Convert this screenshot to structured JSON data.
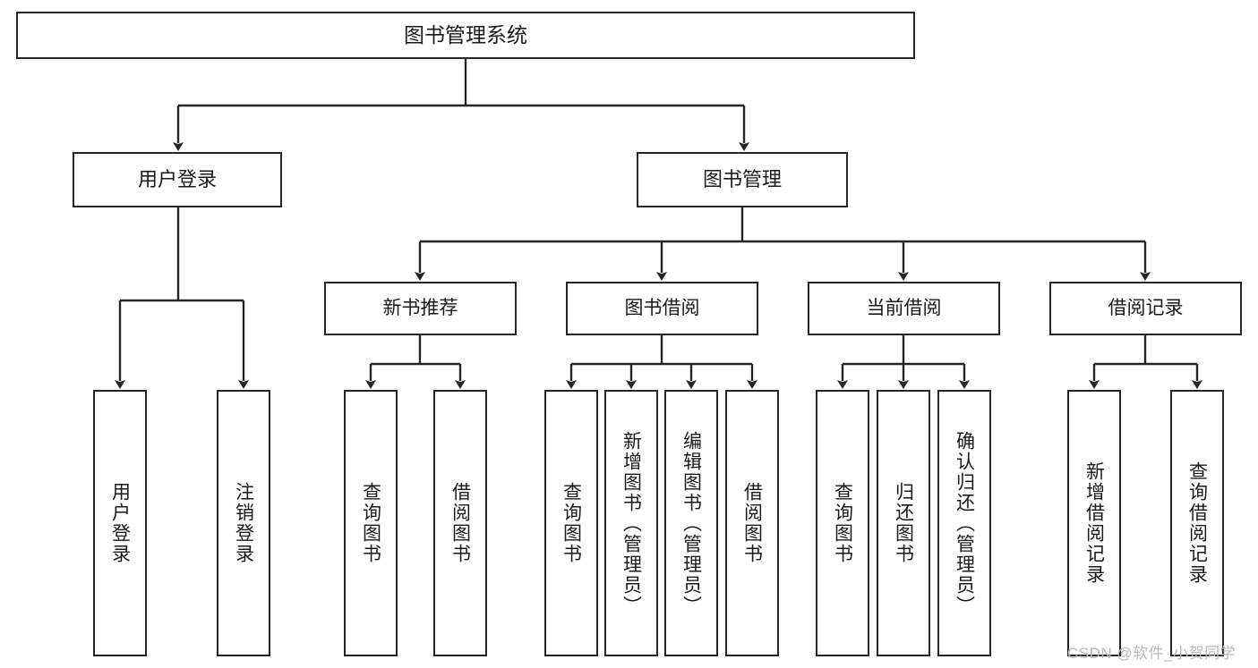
{
  "diagram": {
    "title": "图书管理系统",
    "root": {
      "label": "图书管理系统"
    },
    "level2": [
      {
        "label": "用户登录"
      },
      {
        "label": "图书管理"
      }
    ],
    "level3": [
      {
        "label": "新书推荐"
      },
      {
        "label": "图书借阅"
      },
      {
        "label": "当前借阅"
      },
      {
        "label": "借阅记录"
      }
    ],
    "leaves": [
      {
        "label": "用户登录"
      },
      {
        "label": "注销登录"
      },
      {
        "label": "查询图书"
      },
      {
        "label": "借阅图书"
      },
      {
        "label": "查询图书"
      },
      {
        "label": "新增图书（管理员）"
      },
      {
        "label": "编辑图书（管理员）"
      },
      {
        "label": "借阅图书"
      },
      {
        "label": "查询图书"
      },
      {
        "label": "归还图书"
      },
      {
        "label": "确认归还（管理员）"
      },
      {
        "label": "新增借阅记录"
      },
      {
        "label": "查询借阅记录"
      }
    ]
  },
  "watermark": {
    "text": "CSDN @软件_小贺同学"
  },
  "colors": {
    "stroke": "#262626",
    "background": "#ffffff",
    "text": "#1a1a1a",
    "watermark": "#b9b9b9"
  }
}
